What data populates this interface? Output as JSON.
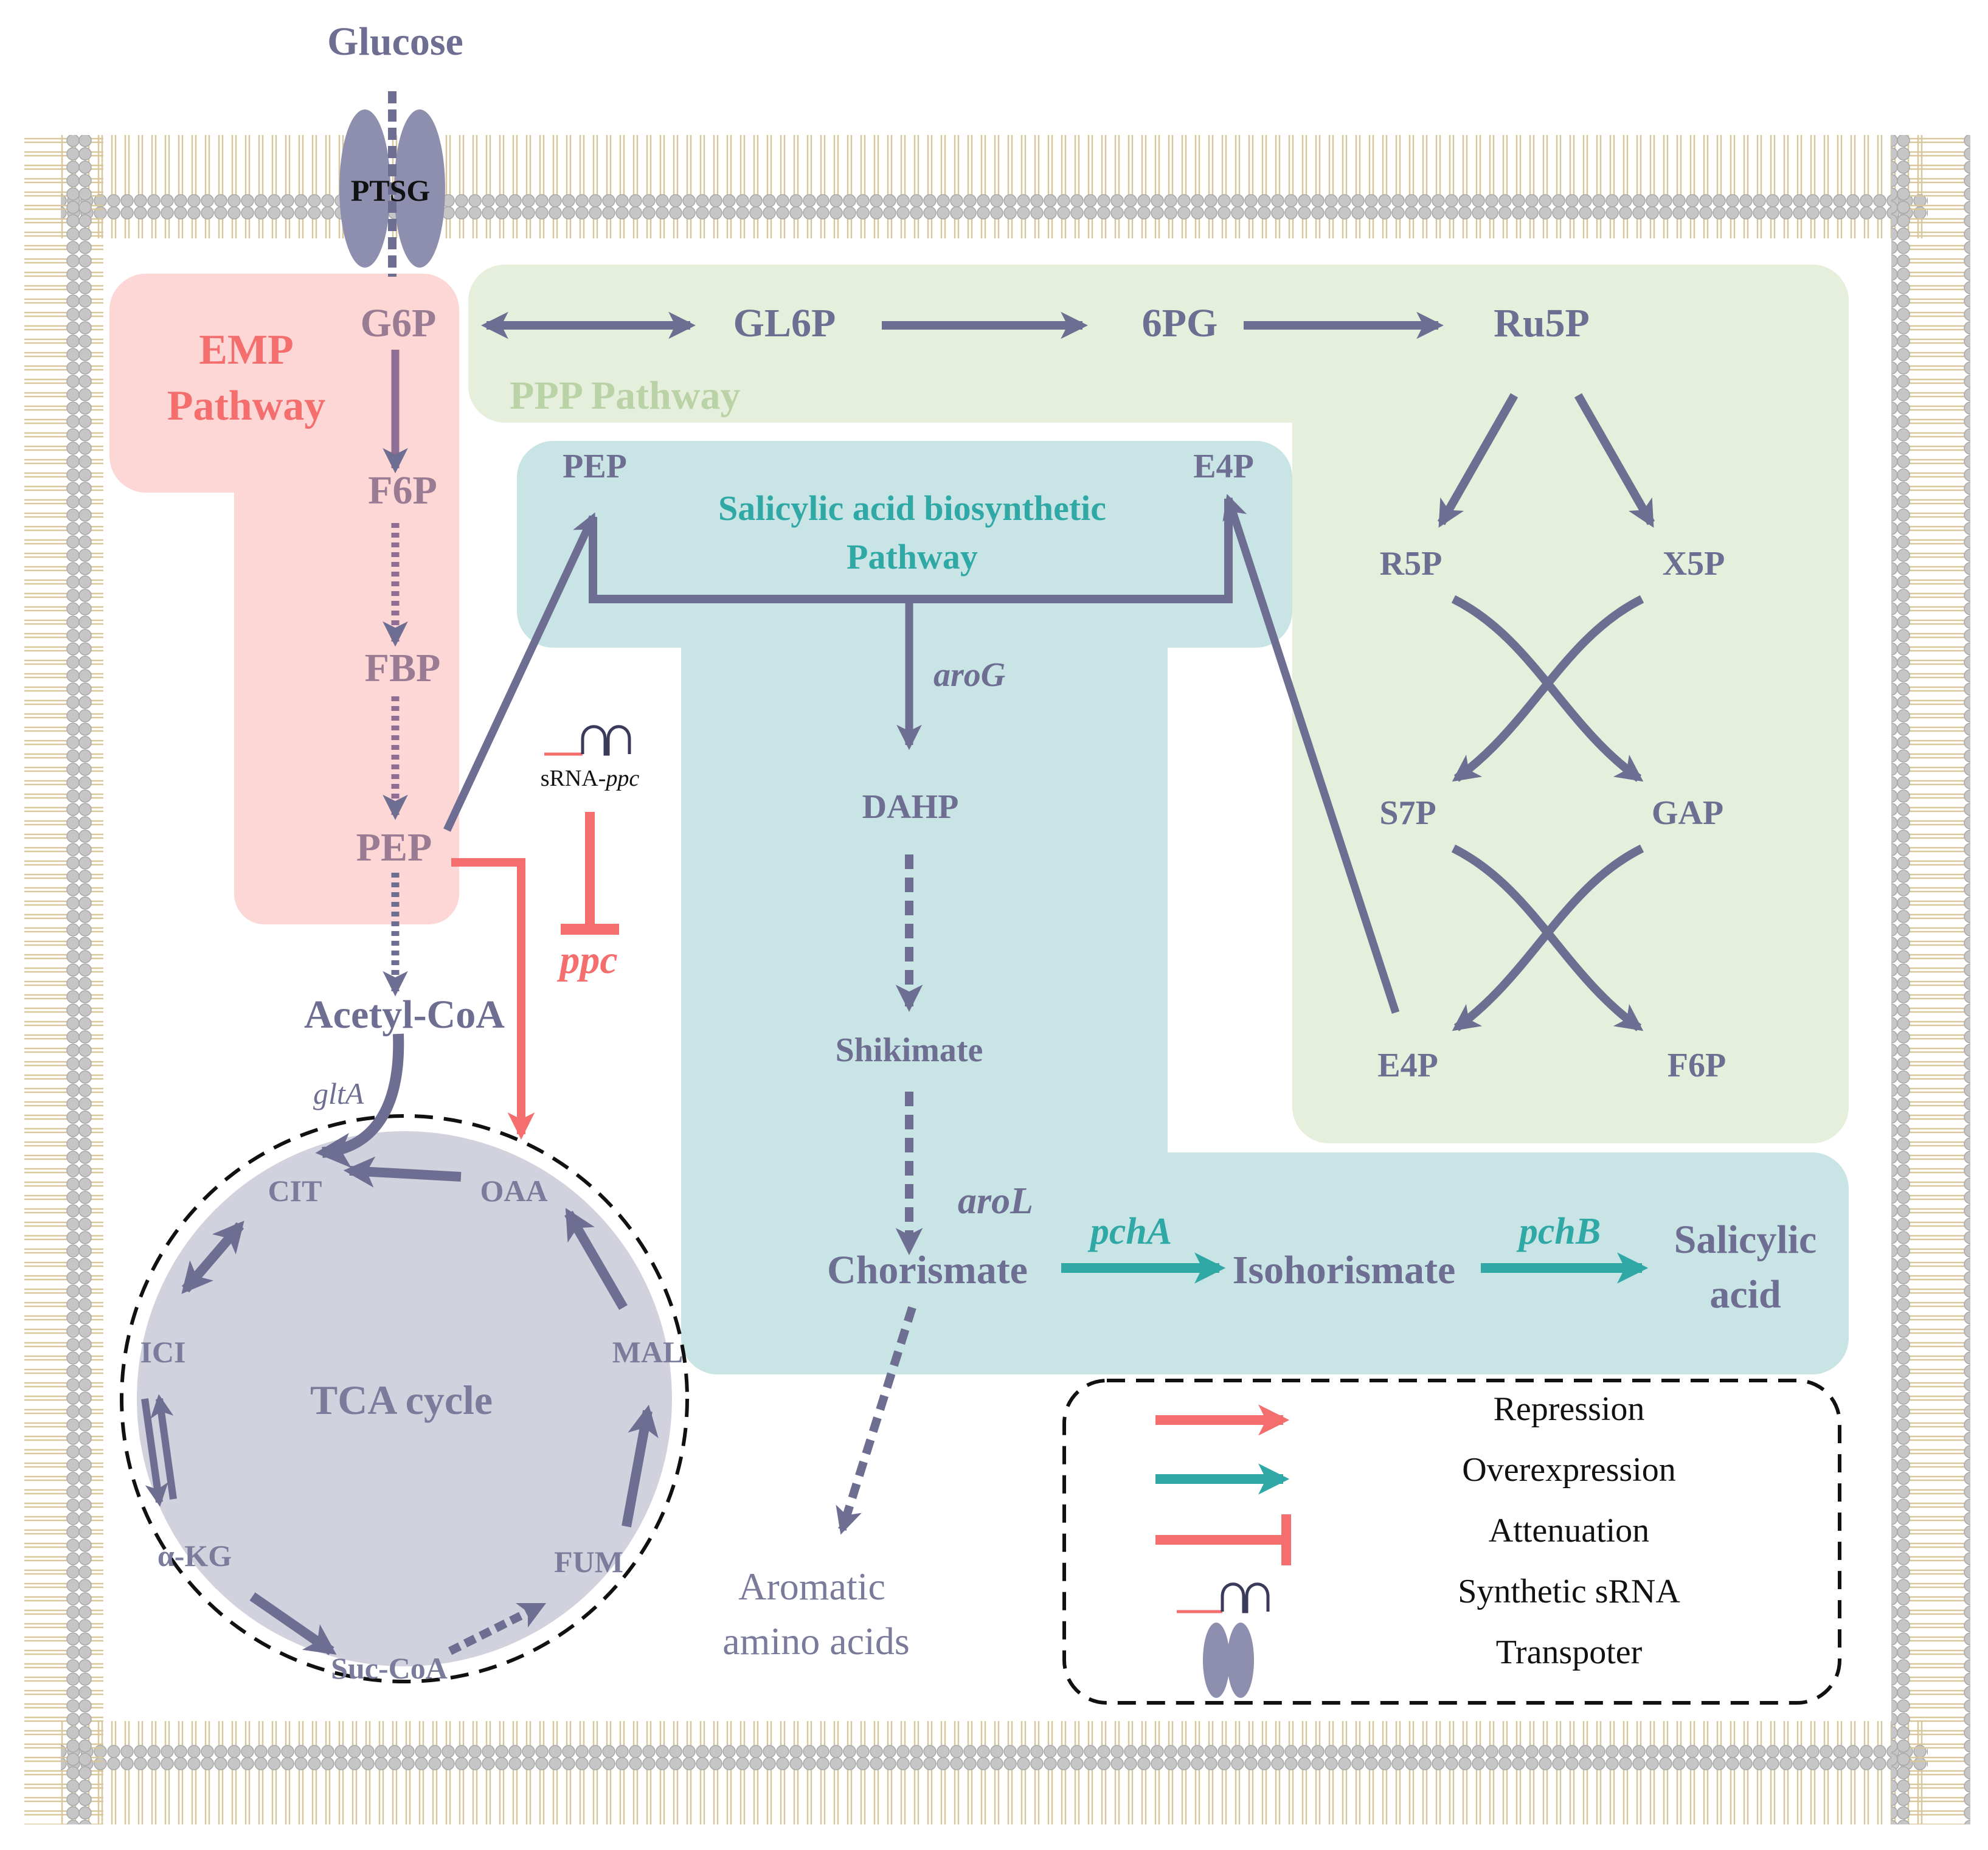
{
  "colors": {
    "metabolite": "#6e6e92",
    "arrow": "#6e6e92",
    "emp_box": "#fdd6d6",
    "ppp_box": "#e6eedc",
    "salicylic_box": "#c8e4e5",
    "tca_circle": "#d2d2de",
    "repression": "#f46e6e",
    "overexpression": "#2fa8a6",
    "membrane": "#c8c8c8"
  },
  "icons": {
    "membrane": "lipid-bilayer-icon",
    "transporter": "transporter-icon",
    "srna": "synthetic-srna-icon"
  },
  "labels": {
    "glucose": "Glucose",
    "ptsg": "PTSG",
    "g6p": "G6P",
    "gl6p": "GL6P",
    "pg6": "6PG",
    "ru5p": "Ru5P",
    "r5p": "R5P",
    "x5p": "X5P",
    "s7p": "S7P",
    "gap": "GAP",
    "e4p_ppp": "E4P",
    "f6p_ppp": "F6P",
    "emp_line1": "EMP",
    "emp_line2": "Pathway",
    "f6p": "F6P",
    "fbp": "FBP",
    "pep": "PEP",
    "acetyl_coa": "Acetyl-CoA",
    "glta": "gltA",
    "ppp_pathway": "PPP Pathway",
    "sal_pep": "PEP",
    "sal_e4p": "E4P",
    "sal_title_1": "Salicylic acid biosynthetic",
    "sal_title_2": "Pathway",
    "arog": "aroG",
    "dahp": "DAHP",
    "shikimate": "Shikimate",
    "arol": "aroL",
    "chorismate": "Chorismate",
    "pcha": "pchA",
    "isochorismate": "Isohorismate",
    "pchb": "pchB",
    "salicylic_1": "Salicylic",
    "salicylic_2": "acid",
    "aromatic_1": "Aromatic",
    "aromatic_2": "amino acids",
    "srna_ppc_prefix": "sRNA-",
    "srna_ppc_gene": "ppc",
    "ppc": "ppc",
    "tca_cycle": "TCA cycle",
    "cit": "CIT",
    "oaa": "OAA",
    "ici": "ICI",
    "mal": "MAL",
    "akg": "α-KG",
    "fum": "FUM",
    "succoa": "Suc-CoA"
  },
  "legend": {
    "repression": "Repression",
    "overexpression": "Overexpression",
    "attenuation": "Attenuation",
    "synthetic_srna": "Synthetic sRNA",
    "transporter": "Transpoter"
  }
}
